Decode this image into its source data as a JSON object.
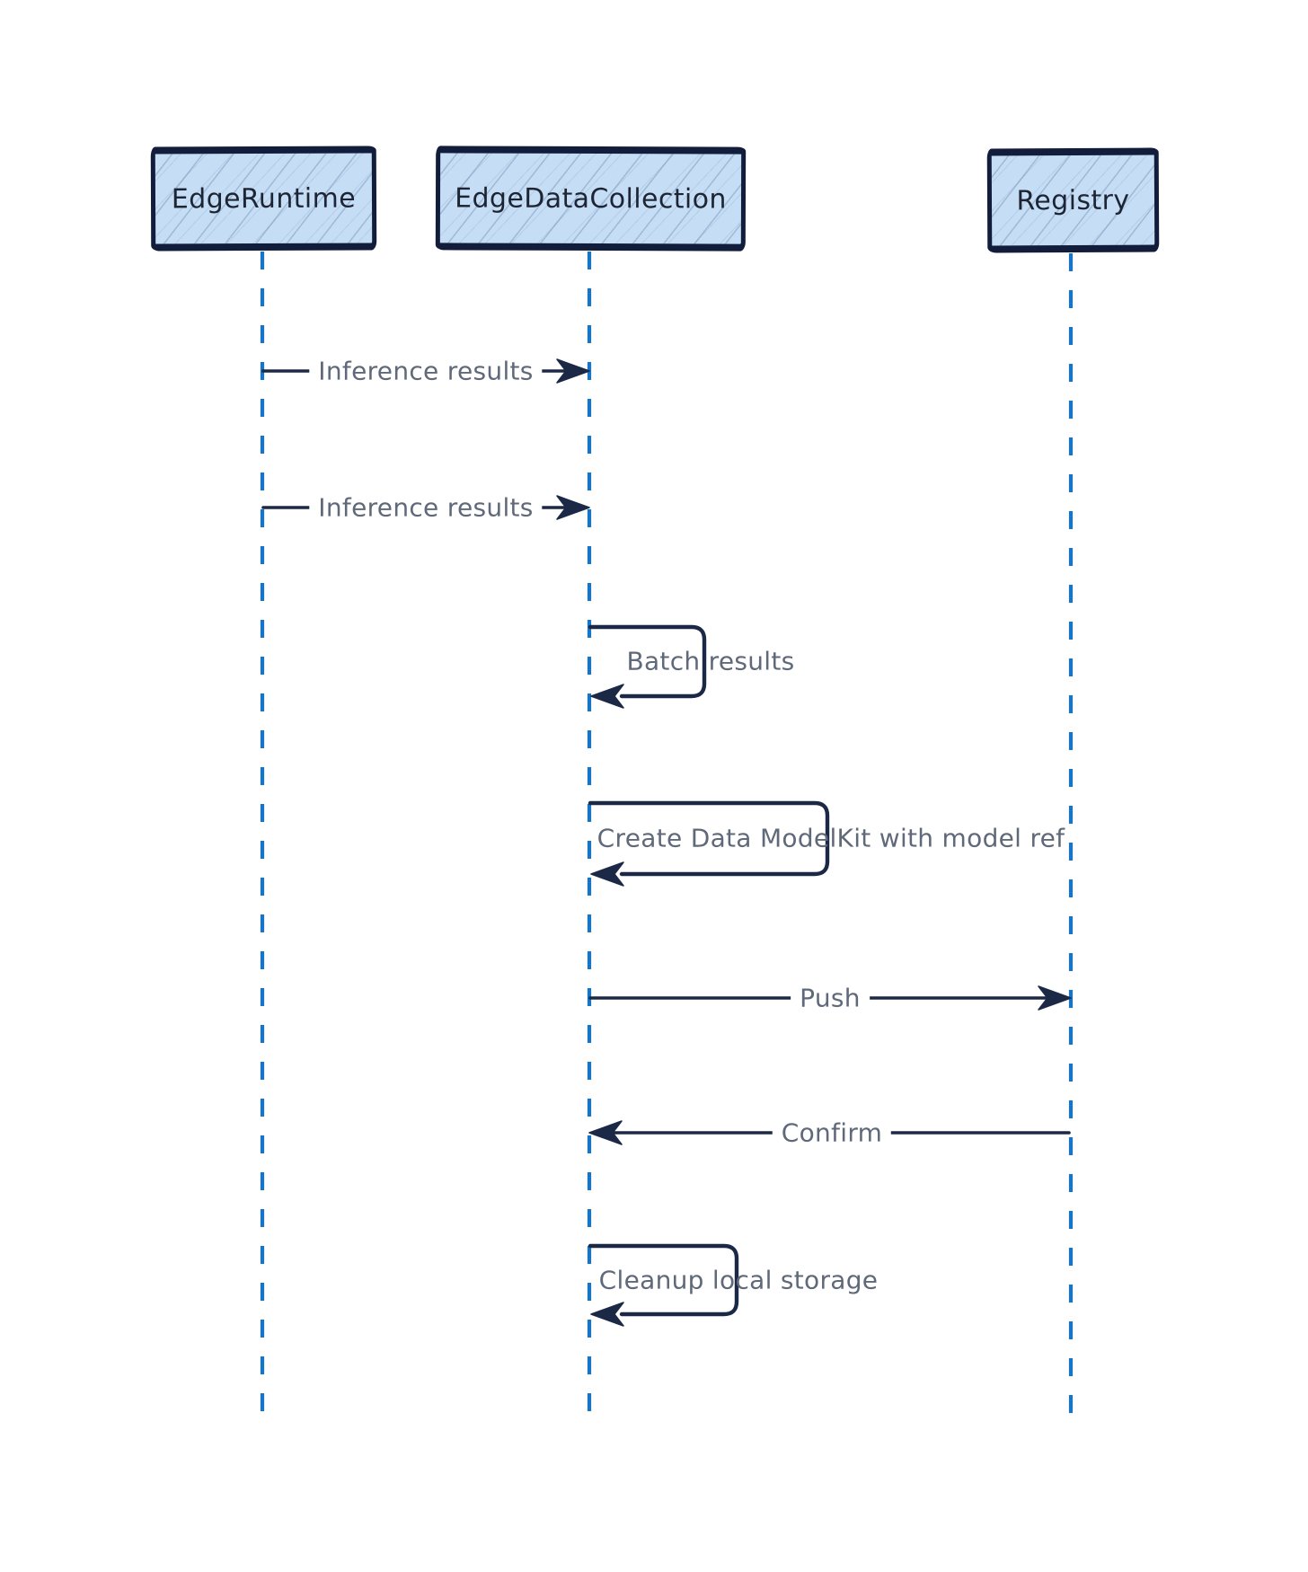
{
  "diagram": {
    "kind": "sequence-diagram",
    "actors": [
      {
        "id": "edge-runtime",
        "label": "EdgeRuntime"
      },
      {
        "id": "edge-data-collection",
        "label": "EdgeDataCollection"
      },
      {
        "id": "registry",
        "label": "Registry"
      }
    ],
    "messages": [
      {
        "from": "EdgeRuntime",
        "to": "EdgeDataCollection",
        "label": "Inference results",
        "type": "arrow"
      },
      {
        "from": "EdgeRuntime",
        "to": "EdgeDataCollection",
        "label": "Inference results",
        "type": "arrow"
      },
      {
        "from": "EdgeDataCollection",
        "to": "EdgeDataCollection",
        "label": "Batch results",
        "type": "self-loop"
      },
      {
        "from": "EdgeDataCollection",
        "to": "EdgeDataCollection",
        "label": "Create Data ModelKit with model ref",
        "type": "self-loop"
      },
      {
        "from": "EdgeDataCollection",
        "to": "Registry",
        "label": "Push",
        "type": "arrow"
      },
      {
        "from": "Registry",
        "to": "EdgeDataCollection",
        "label": "Confirm",
        "type": "arrow"
      },
      {
        "from": "EdgeDataCollection",
        "to": "EdgeDataCollection",
        "label": "Cleanup local storage",
        "type": "self-loop"
      }
    ],
    "colors": {
      "actor_fill": "#c6def5",
      "actor_border": "#111d3b",
      "lifeline": "#1874c4",
      "arrow": "#1b2947",
      "message_text": "#5f6979",
      "actor_text": "#1d2433",
      "background": "#ffffff"
    }
  }
}
